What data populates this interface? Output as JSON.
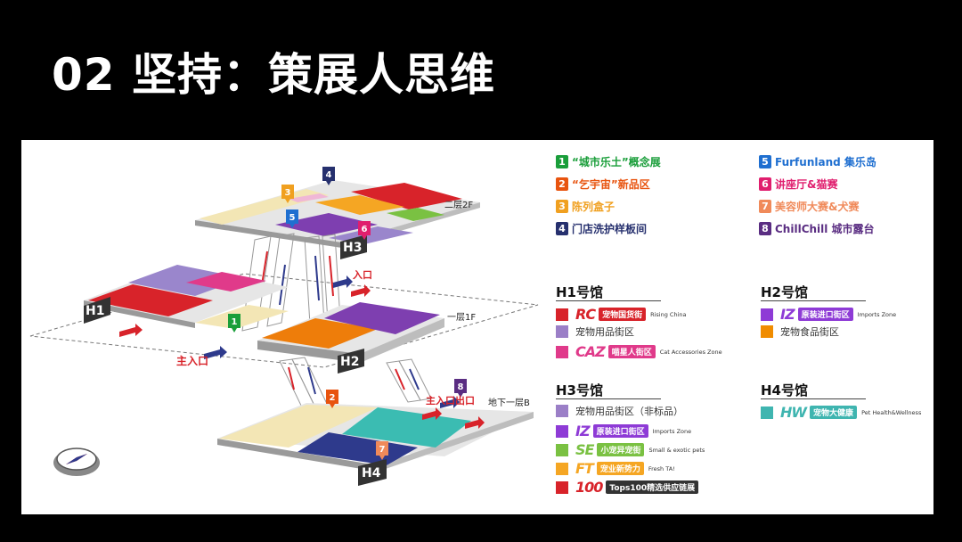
{
  "slide": {
    "title": "02 坚持：策展人思维"
  },
  "map": {
    "floor_labels": {
      "f2": "二层2F",
      "f1": "一层1F",
      "b1": "地下一层B"
    },
    "hall_tags": {
      "h1": "H1",
      "h2": "H2",
      "h3": "H3",
      "h4": "H4"
    },
    "entrances": {
      "main_left": "主入口",
      "entry_top": "入口",
      "main_right": "主入口出口"
    },
    "pins": [
      "1",
      "2",
      "3",
      "4",
      "5",
      "6",
      "7",
      "8"
    ]
  },
  "legend": [
    {
      "num": "1",
      "label": "“城市乐土”概念展",
      "color": "#1a9e3a"
    },
    {
      "num": "2",
      "label": "“乞宇宙”新品区",
      "color": "#e8540f"
    },
    {
      "num": "3",
      "label": "陈列盒子",
      "color": "#f0a020"
    },
    {
      "num": "4",
      "label": "门店洗护样板间",
      "color": "#26306e"
    },
    {
      "num": "5",
      "label": "Furfunland 集乐岛",
      "color": "#1f6fd0"
    },
    {
      "num": "6",
      "label": "讲座厅&猫赛",
      "color": "#e01e6e"
    },
    {
      "num": "7",
      "label": "美容师大赛&犬赛",
      "color": "#f08a5a"
    },
    {
      "num": "8",
      "label": "ChillChill 城市露台",
      "color": "#5a2d82"
    }
  ],
  "halls": {
    "h1": {
      "title": "H1号馆",
      "zones": [
        {
          "logo": "RC",
          "pill": "宠物国货街",
          "en": "Rising China",
          "color": "#d8232a",
          "pill_color": "#d8232a"
        },
        {
          "text": "宠物用品街区",
          "color": "#9b7fc7"
        },
        {
          "logo": "CAZ",
          "pill": "喵星人街区",
          "en": "Cat Accessories Zone",
          "color": "#e03a8a",
          "pill_color": "#e03a8a"
        }
      ]
    },
    "h2": {
      "title": "H2号馆",
      "zones": [
        {
          "logo": "IZ",
          "pill": "原装进口街区",
          "en": "Imports Zone",
          "color": "#8e3bd6",
          "pill_color": "#8e3bd6"
        },
        {
          "text": "宠物食品街区",
          "color": "#f08c00"
        }
      ]
    },
    "h3": {
      "title": "H3号馆",
      "zones": [
        {
          "text": "宠物用品街区（非标品）",
          "color": "#9b7fc7"
        },
        {
          "logo": "IZ",
          "pill": "原装进口街区",
          "en": "Imports Zone",
          "color": "#8e3bd6",
          "pill_color": "#8e3bd6"
        },
        {
          "logo": "SE",
          "pill": "小宠异宠街",
          "en": "Small & exotic pets",
          "color": "#7ac142",
          "pill_color": "#7ac142"
        },
        {
          "logo": "FT",
          "pill": "宠业新势力",
          "en": "Fresh TA!",
          "color": "#f5a623",
          "pill_color": "#f5a623"
        },
        {
          "logo": "100",
          "pill": "Tops100精选供应链展",
          "en": "",
          "color": "#d8232a",
          "pill_color": "#333"
        }
      ]
    },
    "h4": {
      "title": "H4号馆",
      "zones": [
        {
          "logo": "HW",
          "pill": "宠物大健康",
          "en": "Pet Health&Wellness",
          "color": "#3fb5b0",
          "pill_color": "#3fb5b0"
        }
      ]
    }
  },
  "colors": {
    "cream": "#f3e6b5",
    "purple": "#7e3fb0",
    "orange": "#ee7d0a",
    "red": "#d8232a",
    "teal": "#3bbcb2",
    "navy": "#2e3a8c",
    "lavender": "#9a86cc"
  }
}
